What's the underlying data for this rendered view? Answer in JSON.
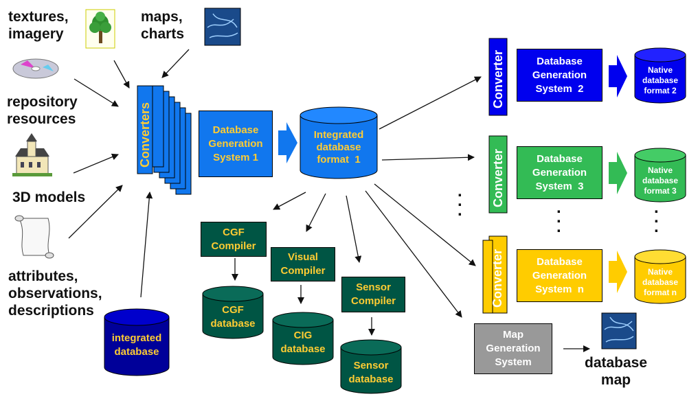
{
  "inputs": {
    "textures_imagery": "textures,\nimagery",
    "maps_charts": "maps,\ncharts",
    "repository_resources": "repository\nresources",
    "models_3d": "3D models",
    "attributes": "attributes,\nobservations,\ndescriptions"
  },
  "center": {
    "converters": "Converters",
    "dgs1": "Database\nGeneration\nSystem 1",
    "integrated_format": "Integrated\ndatabase\nformat  1",
    "integrated_database": "integrated\ndatabase"
  },
  "compilers": {
    "cgf_compiler": "CGF\nCompiler",
    "cgf_database": "CGF\ndatabase",
    "visual_compiler": "Visual\nCompiler",
    "cig_database": "CIG\ndatabase",
    "sensor_compiler": "Sensor\nCompiler",
    "sensor_database": "Sensor\ndatabase"
  },
  "right": {
    "converter_label": "Converter",
    "dgs2": "Database\nGeneration\nSystem  2",
    "native2": "Native\ndatabase\nformat 2",
    "dgs3": "Database\nGeneration\nSystem  3",
    "native3": "Native\ndatabase\nformat 3",
    "dgsn": "Database\nGeneration\nSystem  n",
    "nativen": "Native\ndatabase\nformat n",
    "map_gen": "Map\nGeneration\nSystem",
    "database_map": "database\nmap"
  },
  "colors": {
    "blue": "#0000ee",
    "mid_blue": "#1177ee",
    "green": "#33bb55",
    "yellow": "#ffcc00",
    "dark_teal": "#005544",
    "navy": "#000099",
    "gray": "#999999",
    "orange_text": "#ffcc33"
  },
  "icons": [
    "tree-icon",
    "map-icon",
    "cd-icon",
    "church-icon",
    "scroll-icon"
  ]
}
